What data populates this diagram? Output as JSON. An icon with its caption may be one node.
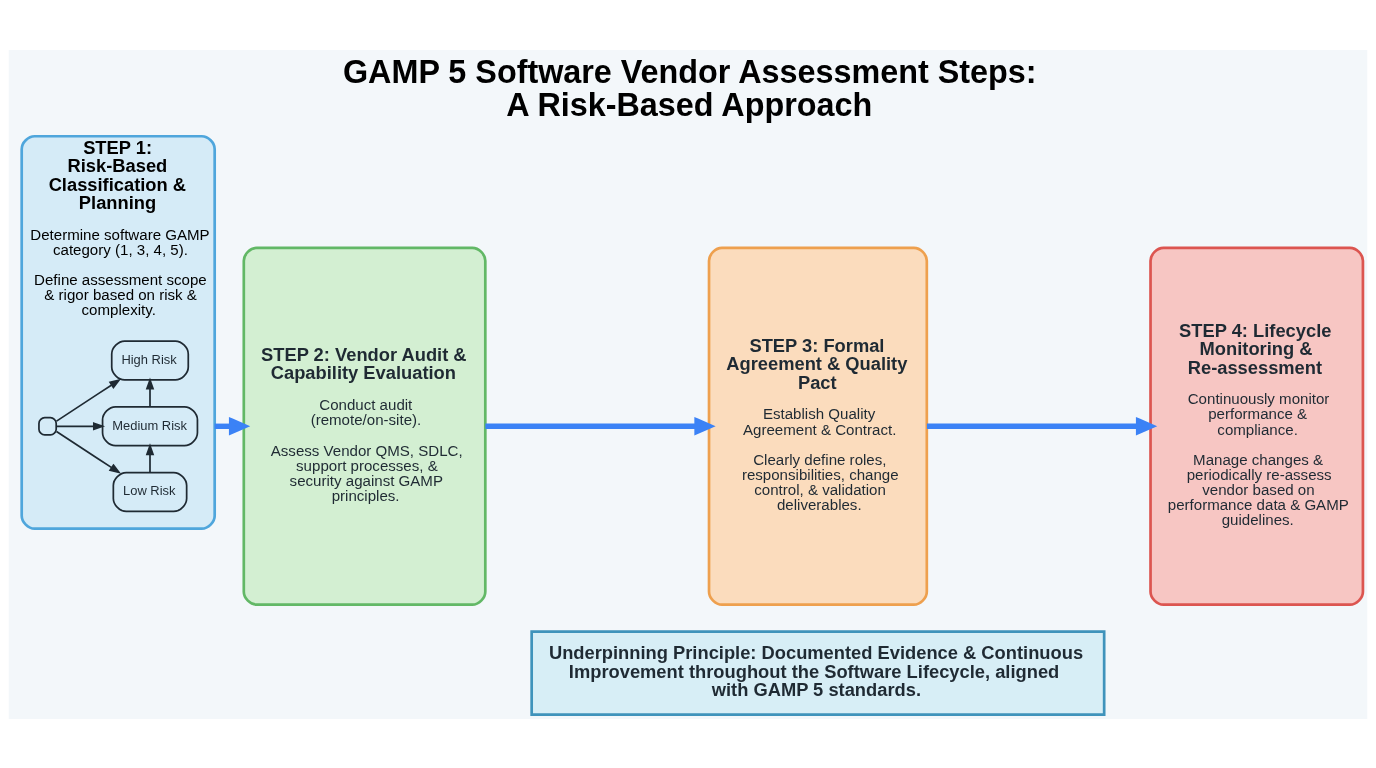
{
  "diagram": {
    "title": "GAMP 5 Software Vendor Assessment Steps: A Risk-Based Approach",
    "nodes": [
      {
        "text": [
          "STEP 1: Risk-Based Classification & Planning",
          "Determine software GAMP category (1, 3, 4, 5).",
          "Define assessment scope & rigor based on risk & complexity."
        ]
      },
      {
        "text": [],
        "shape": "box",
        "in": 0
      },
      {
        "text": [
          "Low Risk"
        ],
        "in": 0
      },
      {
        "text": [
          "Medium Risk"
        ],
        "in": 0
      },
      {
        "text": [
          "High Risk"
        ],
        "in": 0
      },
      {
        "text": [
          "STEP 2: Vendor Audit & Capability Evaluation",
          "Conduct audit (remote/on-site).",
          "Assess Vendor QMS, SDLC, support processes, & security against GAMP principles."
        ]
      },
      {
        "text": [
          "STEP 3: Formal Agreement & Quality Pact",
          "Establish Quality Agreement & Contract.",
          "Clearly define roles, responsibilities, change control, & validation deliverables."
        ]
      },
      {
        "text": [
          "STEP 4: Lifecycle Monitoring & Re-assessment",
          "Continuously monitor performance & compliance.",
          "Manage changes & periodically re-assess vendor based on performance data & GAMP guidelines."
        ]
      },
      {
        "text": [
          "Underpinning Principle: Documented Evidence & Continuous Improvement throughout the Software Lifecycle, aligned with GAMP 5 standards."
        ]
      }
    ],
    "edges": [
      {
        "from": 1,
        "to": 2,
        "arrow": "to"
      },
      {
        "from": 1,
        "to": 3,
        "arrow": "to"
      },
      {
        "from": 1,
        "to": 4,
        "arrow": "to"
      },
      {
        "from": 2,
        "to": 3,
        "arrow": "to"
      },
      {
        "from": 3,
        "to": 4,
        "arrow": "to"
      },
      {
        "from": 0,
        "to": 5,
        "arrow": "to",
        "style": "thick",
        "color": "#3b82f6"
      },
      {
        "from": 5,
        "to": 6,
        "arrow": "to",
        "style": "thick",
        "color": "#3b82f6"
      },
      {
        "from": 6,
        "to": 7,
        "arrow": "to",
        "style": "thick",
        "color": "#3b82f6"
      }
    ]
  }
}
